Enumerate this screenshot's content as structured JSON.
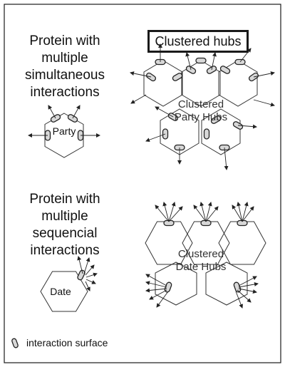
{
  "party_heading": "Protein with\nmultiple\nsimultaneous\ninteractions",
  "sequential_heading": "Protein with\nmultiple\nsequencial\ninteractions",
  "clustered_hubs_title": "Clustered hubs",
  "party_label": "Party",
  "party_hubs_label": "Clustered\nParty Hubs",
  "date_label": "Date",
  "date_hubs_label": "Clustered\nDate Hubs",
  "legend": {
    "icon": "interaction-surface-icon",
    "label": "interaction surface"
  },
  "colors": {
    "line": "#333333",
    "border": "#1a1a1a",
    "surface_fill": "#d8d8d8"
  }
}
